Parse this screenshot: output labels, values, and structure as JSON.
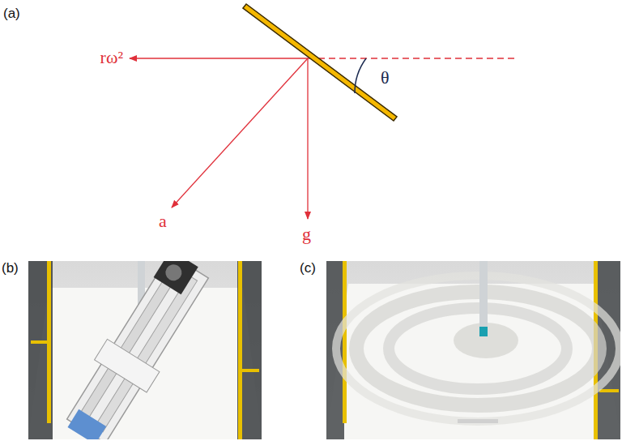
{
  "diagram": {
    "labels": [
      "(a)",
      "(b)",
      "(c)",
      "rω²",
      "a",
      "g",
      "θ"
    ]
  }
}
